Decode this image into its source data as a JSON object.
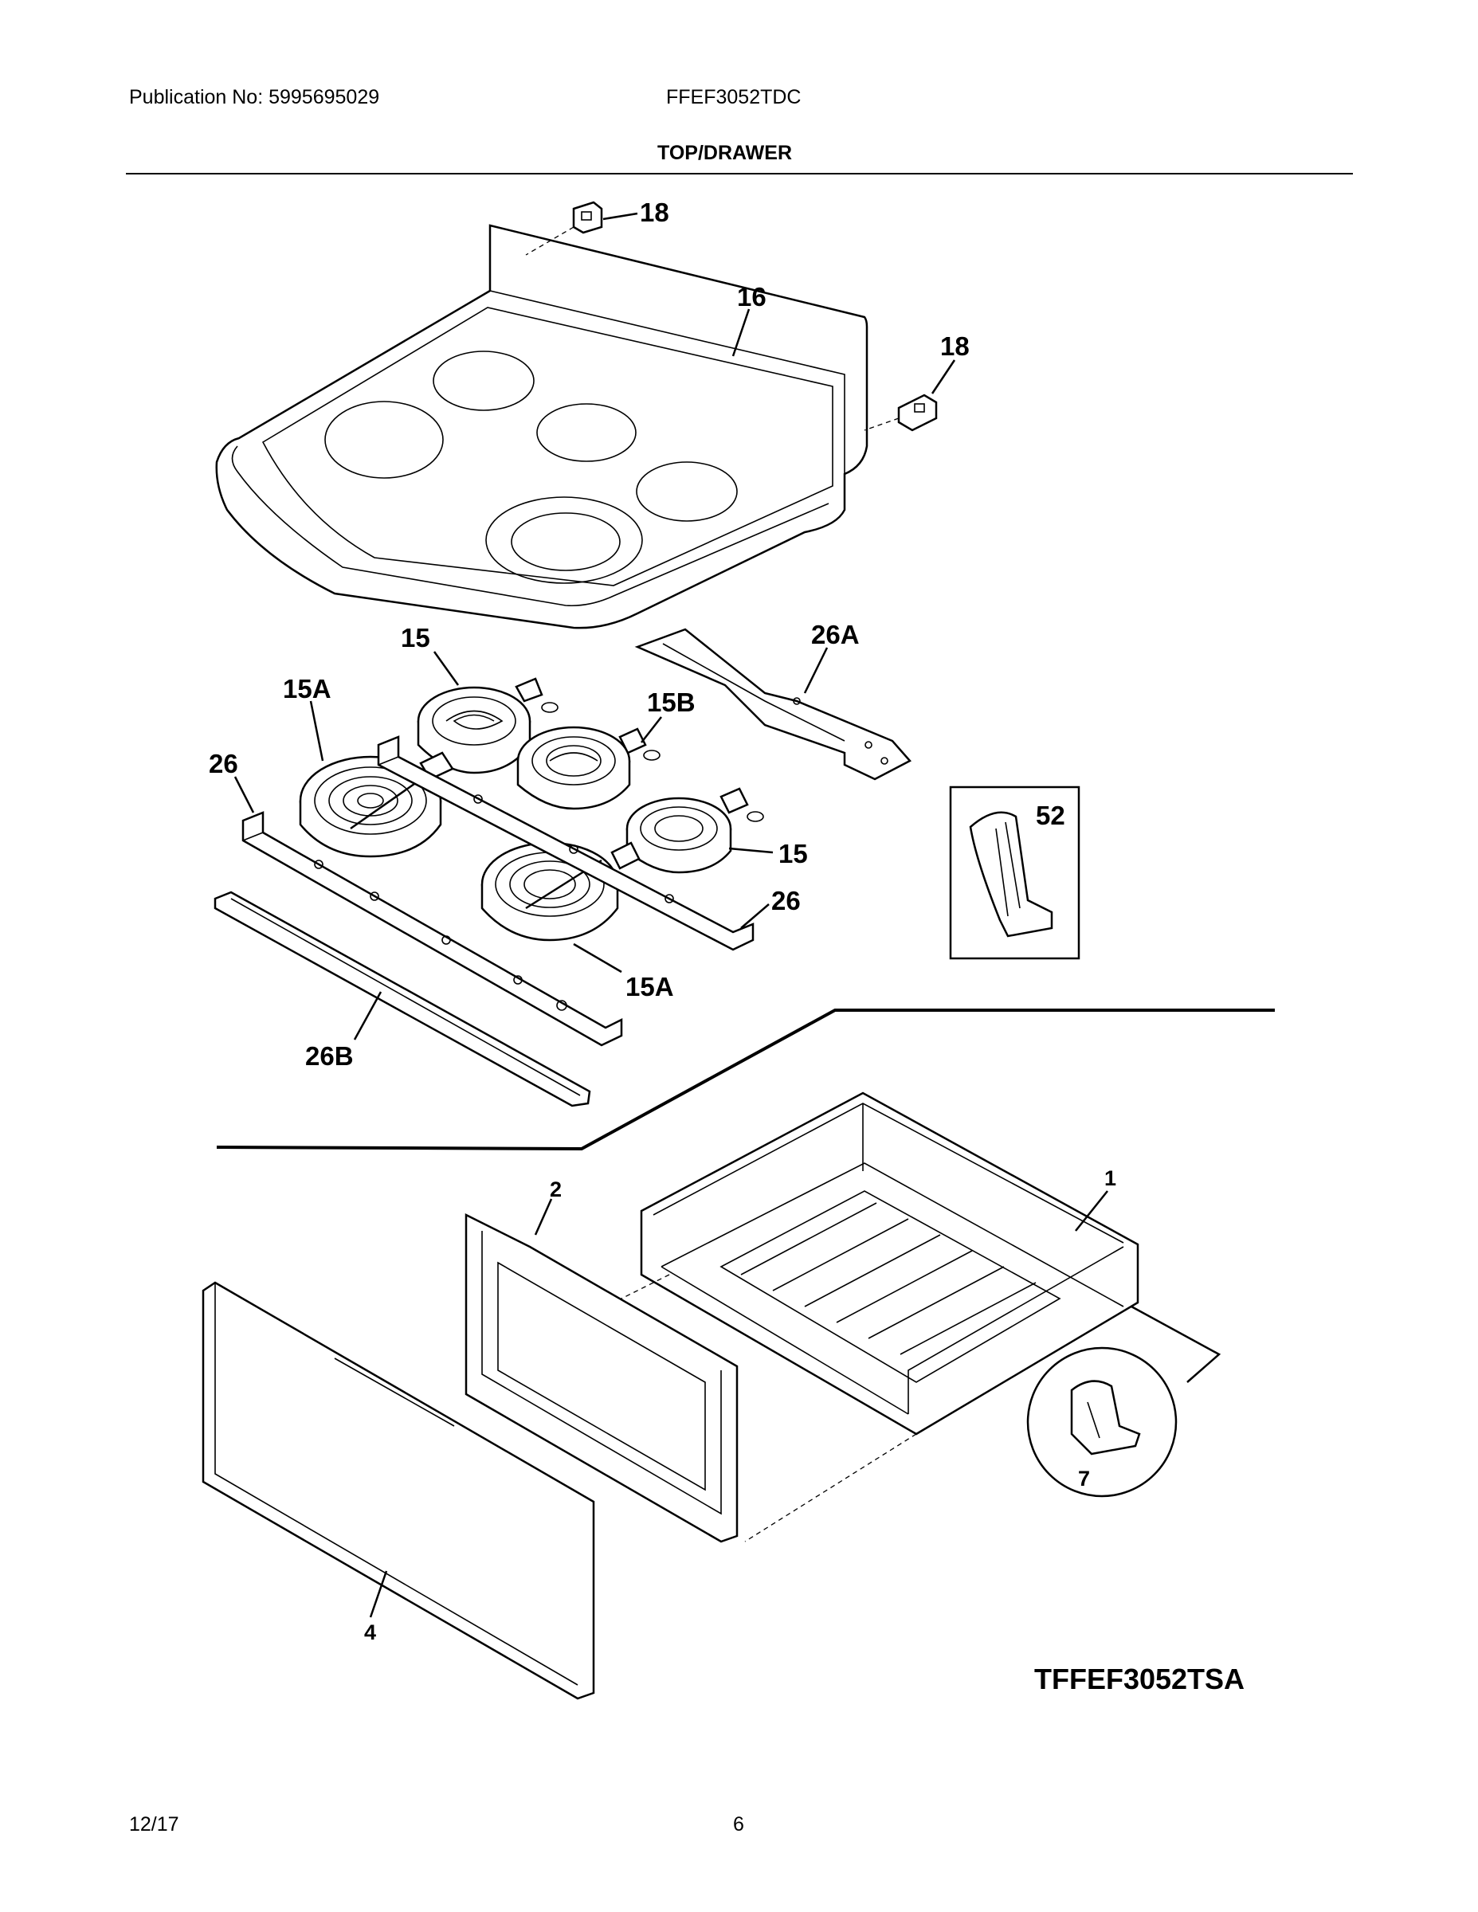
{
  "header": {
    "publication": "Publication No: 5995695029",
    "model": "FFEF3052TDC",
    "section_title": "TOP/DRAWER"
  },
  "callouts": {
    "c18a": "18",
    "c16": "16",
    "c18b": "18",
    "c15_top": "15",
    "c26A": "26A",
    "c15A_left": "15A",
    "c15B": "15B",
    "c26_left": "26",
    "c52": "52",
    "c15_right": "15",
    "c26_right": "26",
    "c15A_bottom": "15A",
    "c26B": "26B",
    "c1": "1",
    "c2": "2",
    "c7": "7",
    "c4": "4"
  },
  "diagram_code": "TFFEF3052TSA",
  "footer": {
    "date": "12/17",
    "page": "6"
  }
}
